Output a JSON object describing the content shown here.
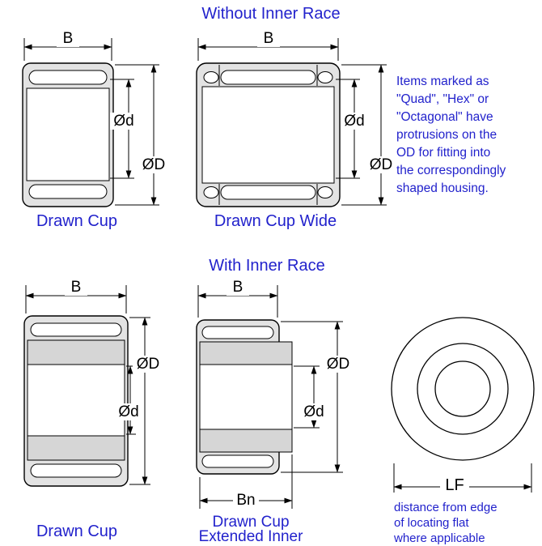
{
  "titles": {
    "without_inner_race": "Without Inner Race",
    "with_inner_race": "With Inner Race"
  },
  "note": {
    "lines": [
      "Items marked as",
      "\"Quad\", \"Hex\" or",
      "\"Octagonal\" have",
      "protrusions on the",
      "OD for fitting into",
      "the correspondingly",
      "shaped housing."
    ]
  },
  "dim_labels": {
    "width": "B",
    "inner_width": "Bn",
    "inner_diameter": "Ød",
    "outer_diameter": "ØD",
    "locating_flat": "LF"
  },
  "captions": {
    "drawn_cup": "Drawn Cup",
    "drawn_cup_wide": "Drawn Cup Wide",
    "drawn_cup_inner_race": "Drawn Cup",
    "extended_line1": "Drawn Cup",
    "extended_line2": "Extended Inner",
    "front_view": [
      "distance from edge",
      "of locating flat",
      "where applicable"
    ]
  },
  "colors": {
    "accent_blue": "#2222cc",
    "line_black": "#000000",
    "shell_gray": "#e3e3e3",
    "race_gray": "#d6d6d6"
  }
}
